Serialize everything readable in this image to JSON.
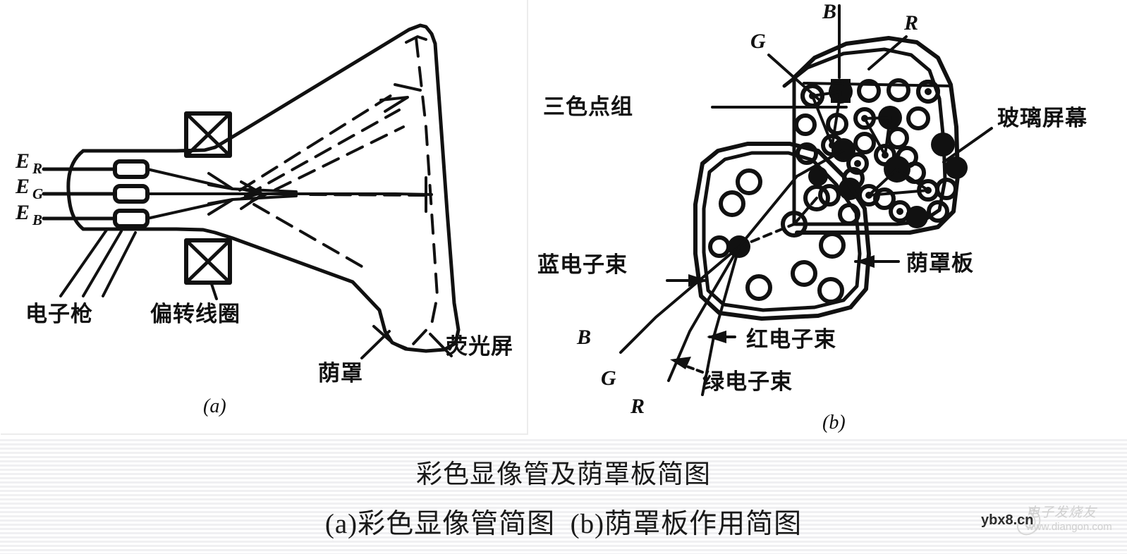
{
  "caption": {
    "title": "彩色显像管及荫罩板简图",
    "subtitle": "(a)彩色显像管简图  (b)荫罩板作用简图"
  },
  "panel_a": {
    "key": "(a)",
    "labels": {
      "e_r": "E",
      "e_r_sub": "R",
      "e_g": "E",
      "e_g_sub": "G",
      "e_b": "E",
      "e_b_sub": "B",
      "electron_gun": "电子枪",
      "deflection_coil": "偏转线圈",
      "shadow_mask": "荫罩",
      "fluorescent_screen": "荧光屏"
    }
  },
  "panel_b": {
    "key": "(b)",
    "labels": {
      "triad": "三色点组",
      "glass_screen": "玻璃屏幕",
      "shadow_mask_plate": "荫罩板",
      "blue_beam": "蓝电子束",
      "red_beam": "红电子束",
      "green_beam": "绿电子束",
      "g_top": "G",
      "b_top": "B",
      "r_top": "R",
      "b_beam_mark": "B",
      "g_beam_mark": "G",
      "r_beam_mark": "R"
    }
  },
  "watermark": {
    "site": "ybx8.cn",
    "brand_cn": "电子发烧友",
    "brand_url": "www.diangon.com"
  },
  "colors": {
    "ink": "#111111",
    "paper": "#ffffff",
    "scanline": "#f0f0f2",
    "frame": "#ececec",
    "watermark_faint": "#cfcfcf"
  }
}
